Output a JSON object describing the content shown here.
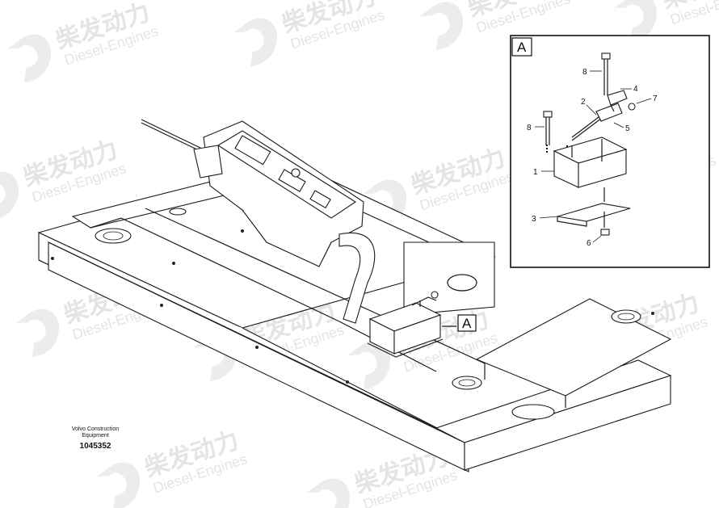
{
  "watermark": {
    "brand_cn": "柴发动力",
    "brand_en": "Diesel-Engines"
  },
  "detail_view": {
    "label": "A",
    "callouts": [
      "1",
      "2",
      "3",
      "4",
      "5",
      "6",
      "7",
      "8",
      "8"
    ]
  },
  "main_view": {
    "detail_ref_label": "A"
  },
  "caption": {
    "manufacturer_line1": "Volvo Construction",
    "manufacturer_line2": "Equipment",
    "drawing_number": "1045352"
  }
}
